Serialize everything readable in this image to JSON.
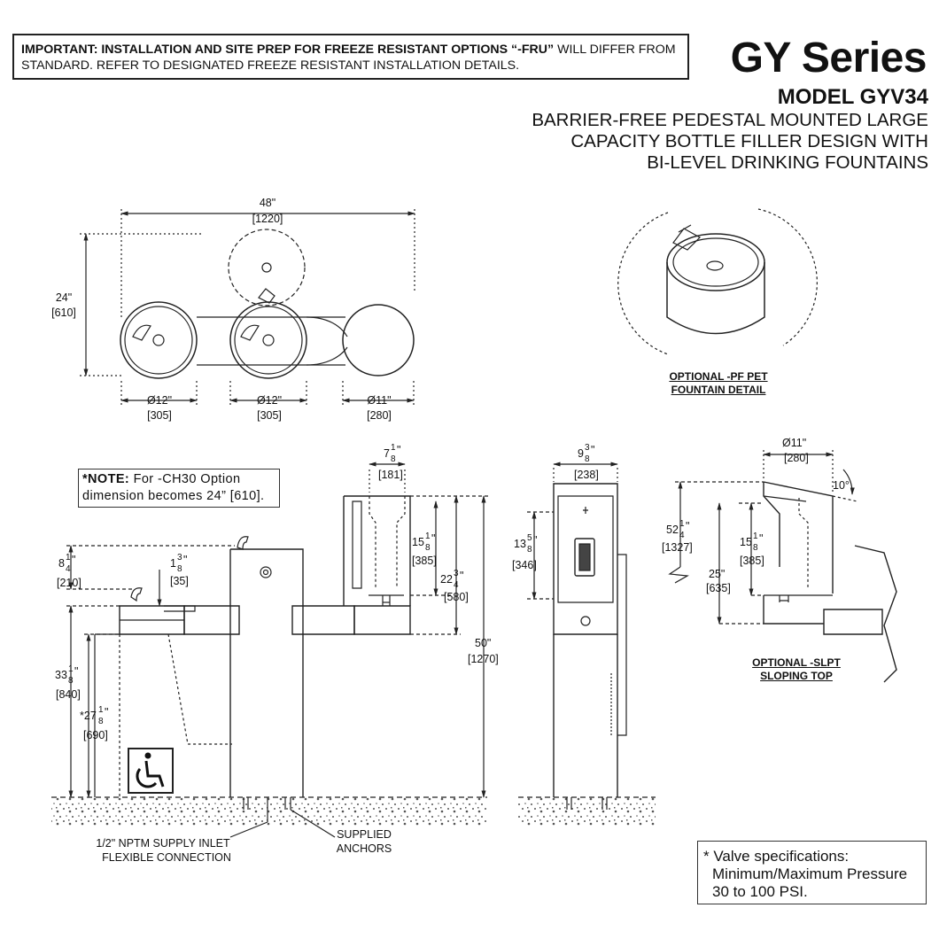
{
  "header": {
    "notice_bold": "IMPORTANT: INSTALLATION AND SITE PREP FOR FREEZE RESISTANT OPTIONS “-FRU”",
    "notice_rest": " WILL DIFFER FROM STANDARD. REFER TO DESIGNATED FREEZE RESISTANT INSTALLATION DETAILS.",
    "series": "GY Series",
    "model": "MODEL GYV34",
    "subtitle_lines": [
      "BARRIER-FREE PEDESTAL MOUNTED LARGE",
      "CAPACITY BOTTLE FILLER DESIGN WITH",
      "BI-LEVEL DRINKING FOUNTAINS"
    ]
  },
  "top_view": {
    "width_in": "48\"",
    "width_mm": "[1220]",
    "depth_in": "24\"",
    "depth_mm": "[610]",
    "bowl1_in": "Ø12\"",
    "bowl1_mm": "[305]",
    "bowl2_in": "Ø12\"",
    "bowl2_mm": "[305]",
    "filler_in": "Ø11\"",
    "filler_mm": "[280]"
  },
  "pet_detail": {
    "caption_line1": "OPTIONAL -PF PET",
    "caption_line2": "FOUNTAIN DETAIL"
  },
  "note": {
    "bold": "*NOTE:",
    "text": " For -CH30 Option dimension becomes 24” [610]."
  },
  "front_view": {
    "d_8_in": "8",
    "d_8_frac_num": "1",
    "d_8_frac_den": "4",
    "d_8_suffix": "\"",
    "d_8_mm": "[210]",
    "d_1_in": "1",
    "d_1_frac_num": "3",
    "d_1_frac_den": "8",
    "d_1_suffix": "\"",
    "d_1_mm": "[35]",
    "d_33_in": "33",
    "d_33_frac_num": "1",
    "d_33_frac_den": "8",
    "d_33_suffix": "\"",
    "d_33_mm": "[840]",
    "d_27_in": "*27",
    "d_27_frac_num": "1",
    "d_27_frac_den": "8",
    "d_27_suffix": "\"",
    "d_27_mm": "[690]",
    "d_7_in": "7",
    "d_7_frac_num": "1",
    "d_7_frac_den": "8",
    "d_7_suffix": "\"",
    "d_7_mm": "[181]",
    "d_15_in": "15",
    "d_15_frac_num": "1",
    "d_15_frac_den": "8",
    "d_15_suffix": "\"",
    "d_15_mm": "[385]",
    "d_22_in": "22",
    "d_22_frac_num": "3",
    "d_22_frac_den": "4",
    "d_22_suffix": "\"",
    "d_22_mm": "[580]",
    "d_50_in": "50\"",
    "d_50_mm": "[1270]",
    "supply_line1": "1/2\" NPTM SUPPLY INLET",
    "supply_line2": "FLEXIBLE CONNECTION",
    "anchors_line1": "SUPPLIED",
    "anchors_line2": "ANCHORS"
  },
  "side_view": {
    "d_9_in": "9",
    "d_9_frac_num": "3",
    "d_9_frac_den": "8",
    "d_9_suffix": "\"",
    "d_9_mm": "[238]",
    "d_13_in": "13",
    "d_13_frac_num": "5",
    "d_13_frac_den": "8",
    "d_13_suffix": "\"",
    "d_13_mm": "[346]"
  },
  "slpt_view": {
    "d_11_in": "Ø11\"",
    "d_11_mm": "[280]",
    "angle": "10°",
    "d_52_in": "52",
    "d_52_frac_num": "1",
    "d_52_frac_den": "4",
    "d_52_suffix": "\"",
    "d_52_mm": "[1327]",
    "d_15_in": "15",
    "d_15_frac_num": "1",
    "d_15_frac_den": "8",
    "d_15_suffix": "\"",
    "d_15_mm": "[385]",
    "d_25_in": "25\"",
    "d_25_mm": "[635]",
    "caption_line1": "OPTIONAL -SLPT",
    "caption_line2": "SLOPING TOP"
  },
  "valve_note": {
    "lines": [
      "* Valve specifications:",
      "  Minimum/Maximum Pressure",
      "  30 to 100 PSI."
    ]
  },
  "colors": {
    "line": "#222222",
    "ground": "#555555"
  }
}
